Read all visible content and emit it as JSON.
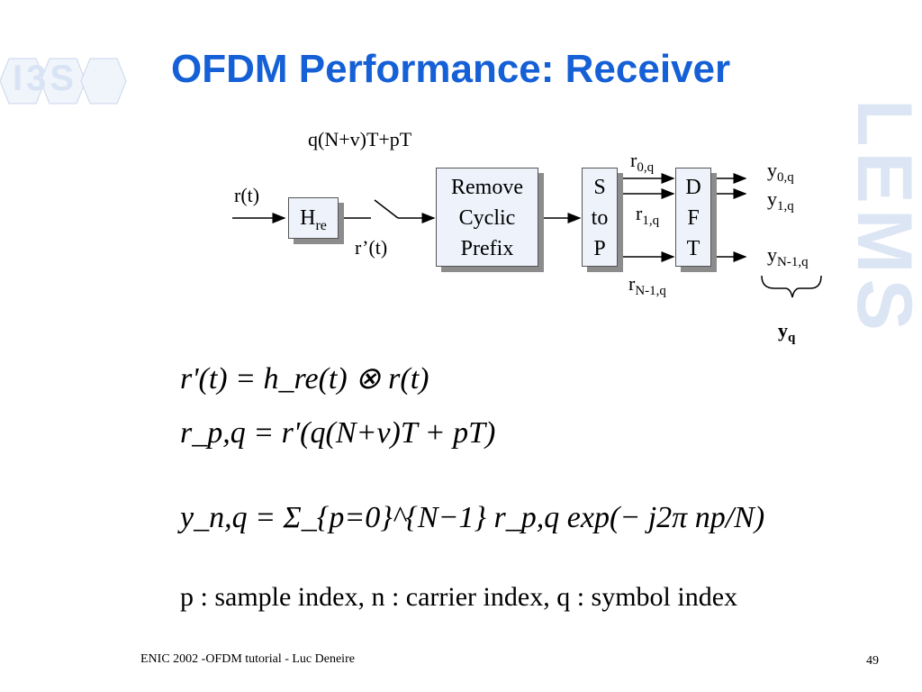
{
  "slide": {
    "title": "OFDM Performance: Receiver",
    "logo_text": "I3S",
    "side_logo_text": "LEMS",
    "footer_left": "ENIC 2002 -OFDM tutorial - Luc Deneire",
    "page_number": "49"
  },
  "diagram": {
    "sample_time": "q(N+v)T+pT",
    "input_signal": "r(t)",
    "filter_label": "H",
    "filter_sub": "re",
    "filtered_signal": "r’(t)",
    "remove_cp_lines": [
      "Remove",
      "Cyclic",
      "Prefix"
    ],
    "s_to_p_lines": [
      "S",
      "to",
      "P"
    ],
    "dft_lines": [
      "D",
      "F",
      "T"
    ],
    "r0": "r",
    "r0_sub": "0,q",
    "r1": "r",
    "r1_sub": "1,q",
    "rN": "r",
    "rN_sub": "N-1,q",
    "y0": "y",
    "y0_sub": "0,q",
    "y1": "y",
    "y1_sub": "1,q",
    "yN": "y",
    "yN_sub": "N-1,q",
    "yq": "y",
    "yq_sub": "q"
  },
  "equations": {
    "eq1": "r'(t) = h_re(t) ⊗ r(t)",
    "eq2": "r_p,q = r'(q(N+v)T + pT)",
    "eq3": "y_n,q = Σ_{p=0}^{N−1} r_p,q exp(− j2π np/N)",
    "legend": "p : sample index, n : carrier index, q : symbol index"
  }
}
